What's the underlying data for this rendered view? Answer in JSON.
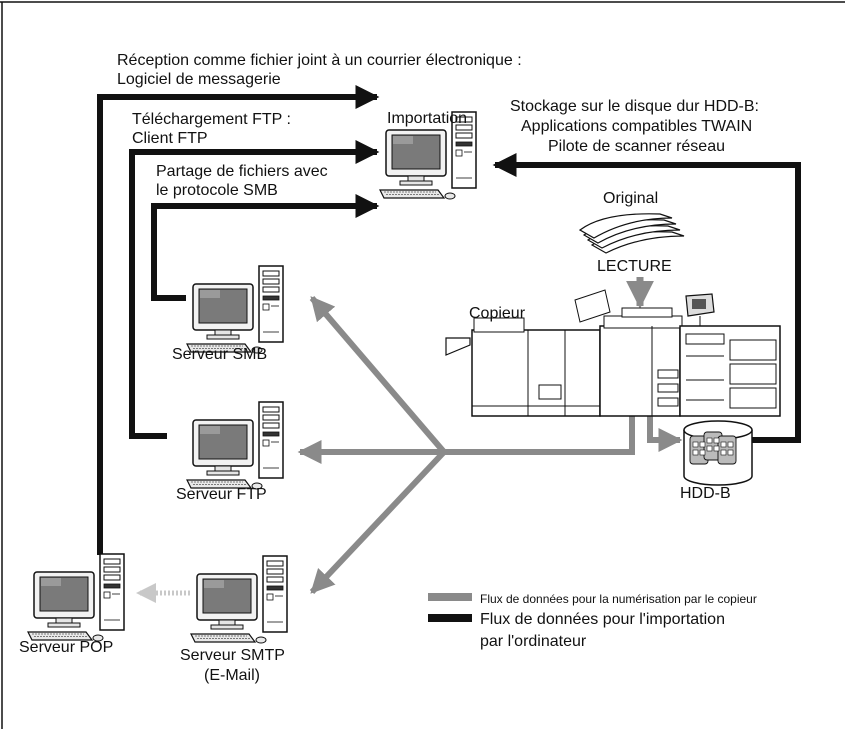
{
  "labels": {
    "email_line1": "Réception comme fichier joint à un courrier électronique :",
    "email_line2": "Logiciel de messagerie",
    "ftp_line1": "Téléchargement FTP :",
    "ftp_line2": "Client FTP",
    "smb_line1": "Partage de fichiers avec",
    "smb_line2": "le protocole SMB",
    "importation": "Importation",
    "storage_line1": "Stockage sur le disque dur HDD-B:",
    "storage_line2": "Applications compatibles TWAIN",
    "storage_line3": "Pilote de scanner réseau",
    "original": "Original",
    "lecture": "LECTURE",
    "copieur": "Copieur",
    "serveur_smb": "Serveur SMB",
    "serveur_ftp": "Serveur FTP",
    "hdd_b": "HDD-B",
    "serveur_pop": "Serveur POP",
    "serveur_smtp_line1": "Serveur SMTP",
    "serveur_smtp_line2": "(E-Mail)"
  },
  "legend": {
    "gray_label": "Flux de données pour la numérisation par le copieur",
    "black_label_line1": "Flux de données pour l'importation",
    "black_label_line2": "par l'ordinateur"
  },
  "colors": {
    "scan_flow": "#8a8a8a",
    "import_flow": "#111111"
  }
}
